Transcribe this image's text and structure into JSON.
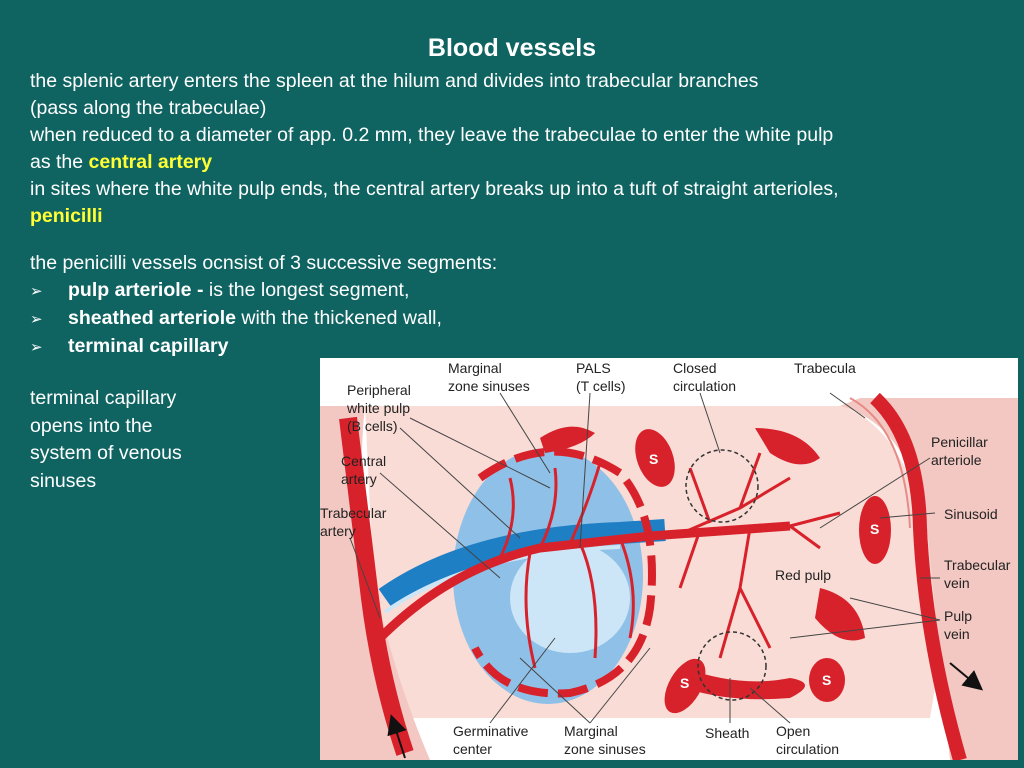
{
  "slide": {
    "title": "Blood vessels",
    "para1": {
      "line1": "the splenic artery enters the spleen at the hilum and divides into trabecular branches",
      "line2": "(pass along the trabeculae)",
      "line3": "when reduced to a diameter of app. 0.2 mm, they leave the trabeculae to enter the white pulp",
      "line4_prefix": "as the ",
      "line4_highlight": "central artery",
      "line5": "in sites where the white pulp ends, the central artery breaks up into a tuft of straight arterioles,",
      "line6_highlight": "penicilli"
    },
    "para2": {
      "intro": "the penicilli vessels ocnsist of 3 successive segments:",
      "bullets": [
        {
          "bold": "pulp arteriole - ",
          "rest": "is the longest segment,"
        },
        {
          "bold": "sheathed arteriole",
          "rest": " with the thickened wall,"
        },
        {
          "bold": "terminal capillary",
          "rest": ""
        }
      ]
    },
    "side_text": [
      "terminal capillary",
      "opens into the",
      "system of venous",
      "sinuses"
    ],
    "bullet_symbol": "➢"
  },
  "figure": {
    "labels": {
      "marginal_top_1": "Marginal",
      "marginal_top_2": "zone sinuses",
      "pals_1": "PALS",
      "pals_2": "(T cells)",
      "closed_1": "Closed",
      "closed_2": "circulation",
      "trabecula": "Trabecula",
      "peripheral_1": "Peripheral",
      "peripheral_2": "white pulp",
      "peripheral_3": "(B cells)",
      "penicillar_1": "Penicillar",
      "penicillar_2": "arteriole",
      "central_1": "Central",
      "central_2": "artery",
      "sinusoid": "Sinusoid",
      "trab_artery_1": "Trabecular",
      "trab_artery_2": "artery",
      "trab_vein_1": "Trabecular",
      "trab_vein_2": "vein",
      "red_pulp": "Red pulp",
      "pulp_vein_1": "Pulp",
      "pulp_vein_2": "vein",
      "germinative_1": "Germinative",
      "germinative_2": "center",
      "marginal_bottom_1": "Marginal",
      "marginal_bottom_2": "zone sinuses",
      "sheath": "Sheath",
      "open_1": "Open",
      "open_2": "circulation",
      "s": "S"
    },
    "colors": {
      "vessel": "#d8222b",
      "red_pulp": "#f9dcd6",
      "white_pulp": "#8fc0e8",
      "germinal": "#cde6f7",
      "vein_blue": "#1f7fc4"
    }
  }
}
